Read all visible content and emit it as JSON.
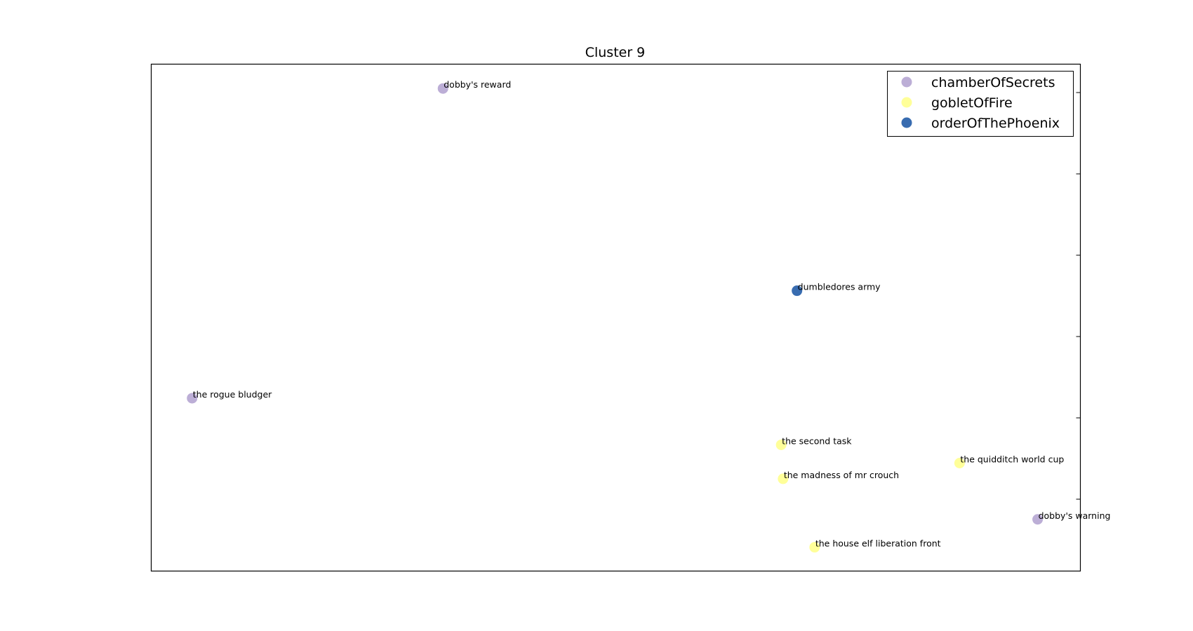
{
  "chart_data": {
    "type": "scatter",
    "title": "Cluster 9",
    "xlabel": "",
    "ylabel": "",
    "legend_position": "top-right",
    "grid": false,
    "series": [
      {
        "name": "chamberOfSecrets",
        "color": "#bcaed6",
        "points": [
          {
            "label": "dobby's reward",
            "x": 0.314,
            "y": 0.952
          },
          {
            "label": "the rogue bludger",
            "x": 0.044,
            "y": 0.341
          },
          {
            "label": "dobby's warning",
            "x": 0.954,
            "y": 0.102
          }
        ]
      },
      {
        "name": "gobletOfFire",
        "color": "#ffff99",
        "points": [
          {
            "label": "the second task",
            "x": 0.678,
            "y": 0.249
          },
          {
            "label": "the quidditch world cup",
            "x": 0.87,
            "y": 0.213
          },
          {
            "label": "the madness of mr crouch",
            "x": 0.68,
            "y": 0.182
          },
          {
            "label": "the house elf liberation front",
            "x": 0.714,
            "y": 0.047
          }
        ]
      },
      {
        "name": "orderOfThePhoenix",
        "color": "#386cb0",
        "points": [
          {
            "label": "dumbledores army",
            "x": 0.695,
            "y": 0.553
          }
        ]
      }
    ]
  }
}
